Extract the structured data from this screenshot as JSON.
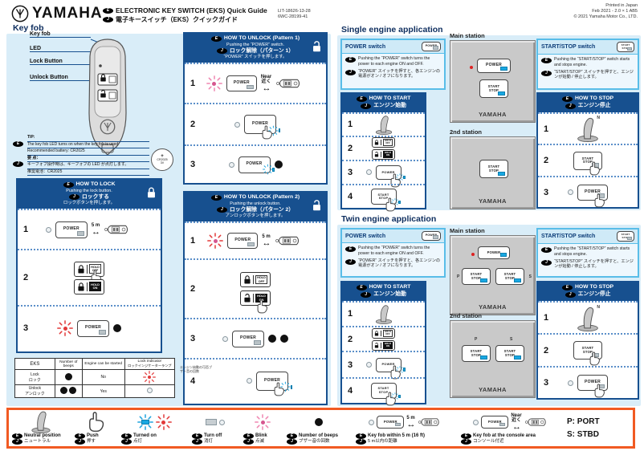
{
  "common": {
    "e": "E",
    "j": "J",
    "power": "POWER",
    "start": "START",
    "stop": "STOP",
    "yamaha": "YAMAHA",
    "hold": "HOLD",
    "off": "OFF",
    "on": "ON",
    "five_m": "5 m",
    "near_en": "Near",
    "near_ja": "近く",
    "n": "N",
    "p": "P",
    "s": "S",
    "n1": "1",
    "n2": "2",
    "n3": "3",
    "n4": "4",
    "arrow": "↔"
  },
  "header": {
    "brand": "YAMAHA",
    "title_en": "ELECTRONIC KEY SWITCH (EKS) Quick Guide",
    "title_ja": "電子キースイッチ（EKS）クイックガイド",
    "doc1": "LIT-18626-13-28",
    "doc2": "6WC-28199-41",
    "printed": "Printed in Japan",
    "edition": "Feb 2021 - 2.0 × 1 AB5",
    "copyright": "© 2021  Yamaha Motor Co., LTD."
  },
  "keyfob": {
    "title": "Key fob",
    "label_fob": "Key fob",
    "label_led": "LED",
    "label_lock": "Lock Button",
    "label_unlock": "Unlock Button",
    "tip_t": "TIP:",
    "tip_l1": "The key fob LED turns on when the key fob is used",
    "tip_l2": "Recommended battery: CR2025",
    "tip_jt": "要 点：",
    "tip_jl1": "キーフォブ操作時は、キーフォブの LED が点灯します。",
    "tip_jl2": "推奨電池：CR2025",
    "bat1": "CR2025",
    "bat2": "3V"
  },
  "lock_panel": {
    "title_en": "HOW TO LOCK",
    "sub_en": "Pushing the lock button.",
    "title_ja": "ロックする",
    "sub_ja": "ロックボタンを押します。"
  },
  "unlock1": {
    "title_en": "HOW TO UNLOCK (Pattern 1)",
    "sub_en": "Pushing the “POWER” switch.",
    "title_ja": "ロック解除（パターン 1）",
    "sub_ja": "“POWER” スイッチを押します。"
  },
  "unlock2": {
    "title_en": "HOW TO UNLOCK (Pattern 2)",
    "sub_en": "Pushing the unlock button.",
    "title_ja": "ロック解除（パターン 2）",
    "sub_ja": "アンロックボタンを押します。",
    "note": "エンジン始動の可否ブザー音の回数"
  },
  "table": {
    "h_eks": "EKS",
    "h_beeps": "Number of beeps",
    "h_engine": "Engine can be started",
    "h_ind": "Lock indicator",
    "h_ind_ja": "ロックインジケーターランプ",
    "r1_en": "Lock",
    "r1_ja": "ロック",
    "r1_engine": "No",
    "r2_en": "Unlock",
    "r2_ja": "アンロック",
    "r2_engine": "Yes"
  },
  "apps": {
    "single_title": "Single engine application",
    "twin_title": "Twin engine application",
    "main_station": "Main station",
    "second_station": "2nd station",
    "power_switch": {
      "title": "POWER switch",
      "en": "Pushing the “POWER” switch turns the power to each engine ON and OFF.",
      "ja": "“POWER” スイッチを押すと、各エンジンの電源がオン / オフになります。"
    },
    "startstop_switch": {
      "title": "START/STOP switch",
      "en": "Pushing the “START/STOP” switch starts and stops engine.",
      "ja": "“START/STOP” スイッチを押すと、エンジンが始動 / 停止します。"
    },
    "how_to_start": {
      "en": "HOW TO START",
      "ja": "エンジン始動"
    },
    "how_to_stop": {
      "en": "HOW TO STOP",
      "ja": "エンジン停止"
    }
  },
  "legend": {
    "neutral_en": "Neutral position",
    "neutral_ja": "ニュートラル",
    "push_en": "Push",
    "push_ja": "押す",
    "on_en": "Turned on",
    "on_ja": "点灯",
    "off_en": "Turn off",
    "off_ja": "消灯",
    "blink_en": "Blink",
    "blink_ja": "点滅",
    "beeps_en": "Number of beeps",
    "beeps_ja": "ブザー音の回数",
    "fob5_en": "Key fob within 5 m (16 ft)",
    "fob5_ja": "5 m以内の距離",
    "fobnear_en": "Key fob at the console area",
    "fobnear_ja": "コンソール付近",
    "port": "P: PORT",
    "stbd": "S: STBD"
  }
}
